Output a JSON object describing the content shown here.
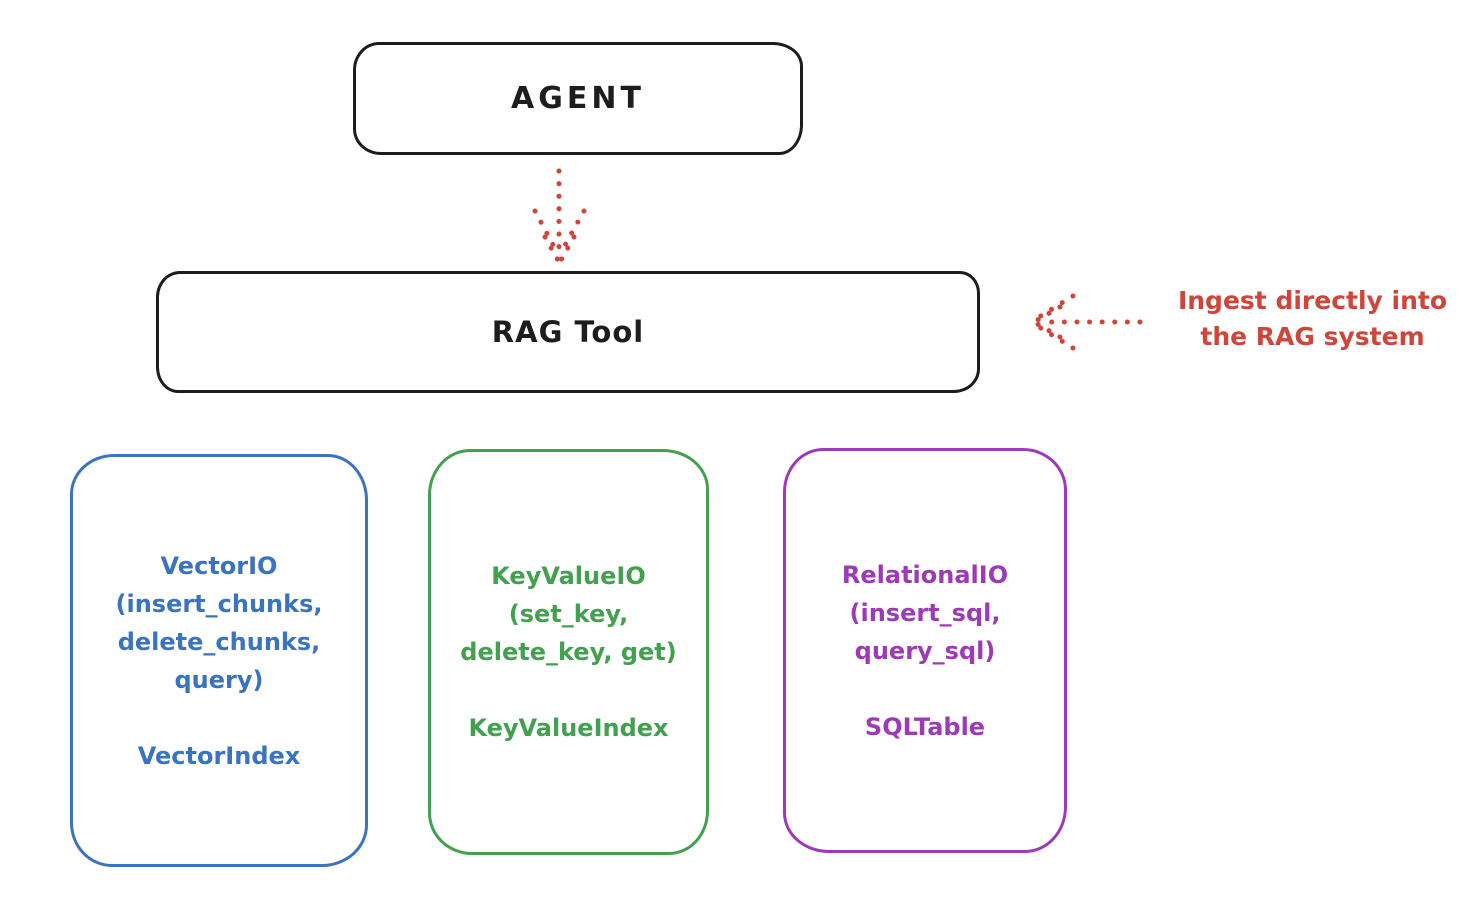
{
  "colors": {
    "background": "#ffffff",
    "ink": "#1d1d1d",
    "red": "#d0453a"
  },
  "nodes": {
    "agent": {
      "label": "AGENT"
    },
    "rag_tool": {
      "label": "RAG Tool"
    }
  },
  "annotation": {
    "line1": "Ingest directly into",
    "line2": "the RAG system"
  },
  "arrows": [
    {
      "name": "agent-to-rag-tool",
      "style": "dotted",
      "color": "#d0453a",
      "direction": "down"
    },
    {
      "name": "annotation-to-rag-tool",
      "style": "dotted",
      "color": "#d0453a",
      "direction": "left"
    }
  ],
  "backends": [
    {
      "name": "vector-io",
      "color": "#3a73c0",
      "lines": [
        "VectorIO",
        "(insert_chunks,",
        "delete_chunks,",
        "query)"
      ],
      "index_label": "VectorIndex"
    },
    {
      "name": "keyvalue-io",
      "color": "#42a04f",
      "lines": [
        "KeyValueIO",
        "(set_key,",
        "delete_key, get)"
      ],
      "index_label": "KeyValueIndex"
    },
    {
      "name": "relational-io",
      "color": "#9c3ab8",
      "lines": [
        "RelationalIO",
        "(insert_sql,",
        "query_sql)"
      ],
      "index_label": "SQLTable"
    }
  ]
}
